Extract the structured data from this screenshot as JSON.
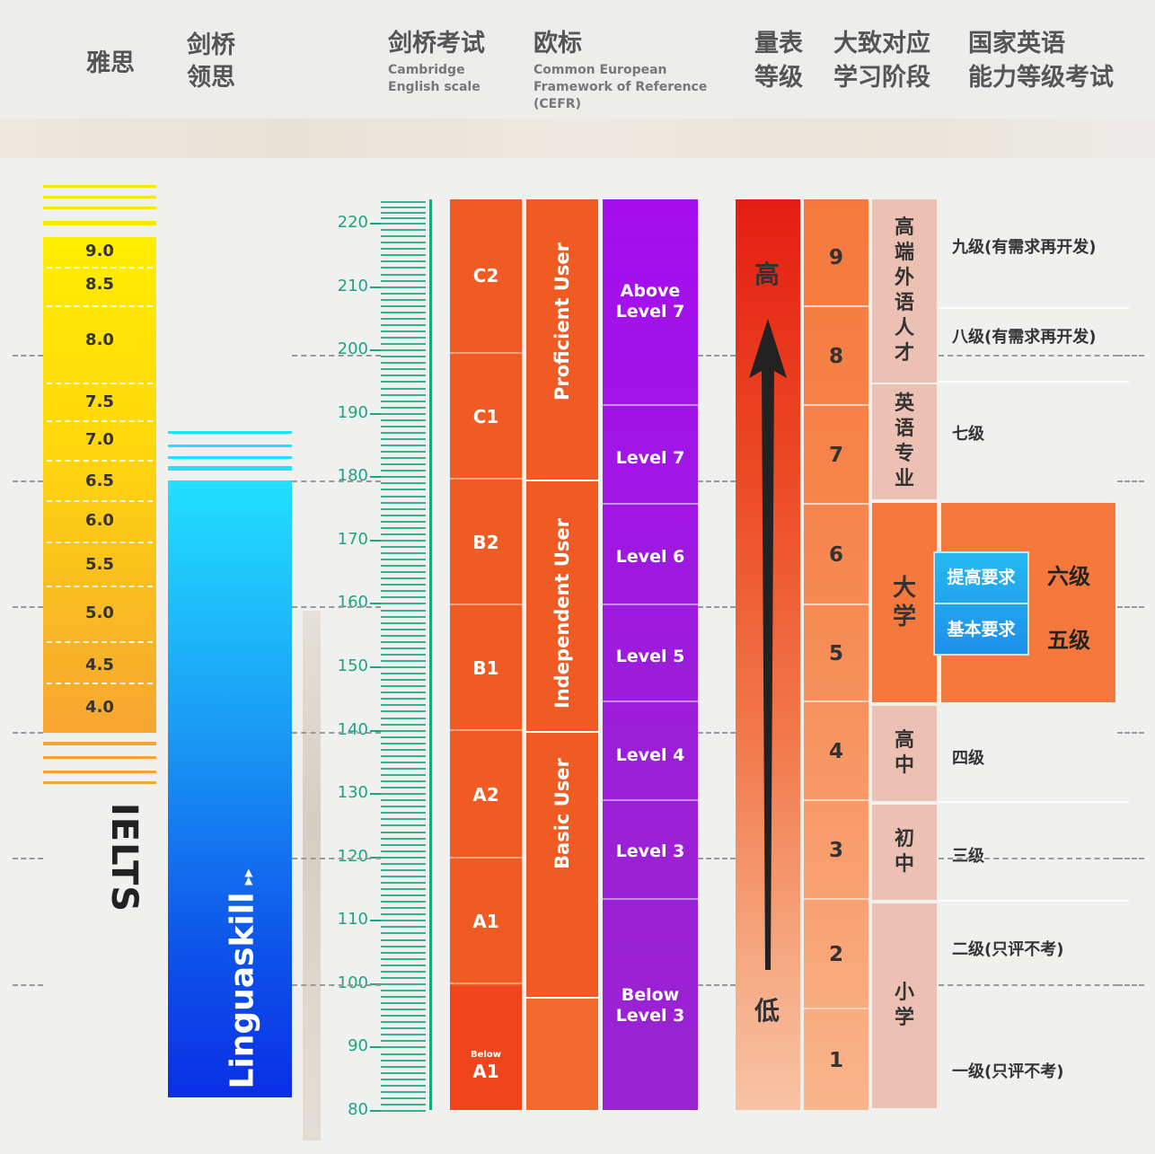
{
  "headers": {
    "ielts": "雅思",
    "linguaskill_1": "剑桥",
    "linguaskill_2": "领思",
    "cambridge_title": "剑桥考试",
    "cambridge_sub_1": "Cambridge",
    "cambridge_sub_2": "English scale",
    "cefr_title": "欧标",
    "cefr_sub_1": "Common European",
    "cefr_sub_2": "Framework of Reference",
    "cefr_sub_3": "(CEFR)",
    "scale_1": "量表",
    "scale_2": "等级",
    "stage_1": "大致对应",
    "stage_2": "学习阶段",
    "national_1": "国家英语",
    "national_2": "能力等级考试"
  },
  "ielts": {
    "scores": [
      "9.0",
      "8.5",
      "8.0",
      "7.5",
      "7.0",
      "6.5",
      "6.0",
      "5.5",
      "5.0",
      "4.5",
      "4.0"
    ],
    "label": "IELTS",
    "color_top": "#ffee00",
    "color_bottom": "#f7a531"
  },
  "linguaskill": {
    "label": "Linguaskill",
    "color_top": "#22e0ff",
    "color_bottom": "#0a2fe6"
  },
  "cambridge_scale": {
    "ticks": [
      "220",
      "210",
      "200",
      "190",
      "180",
      "170",
      "160",
      "150",
      "140",
      "130",
      "120",
      "110",
      "100",
      "90",
      "80"
    ],
    "color": "#1aa583"
  },
  "cefr": {
    "levels": [
      "C2",
      "C1",
      "B2",
      "B1",
      "A2",
      "A1"
    ],
    "below_small": "Below",
    "below_main": "A1",
    "groups": [
      "Proficient User",
      "Independent User",
      "Basic User"
    ],
    "color": "#f05a23"
  },
  "cambridge_levels": {
    "above_1": "Above",
    "above_2": "Level 7",
    "items": [
      "Level 7",
      "Level 6",
      "Level 5",
      "Level 4",
      "Level 3"
    ],
    "below_1": "Below",
    "below_2": "Level 3",
    "color": "#a21ee0"
  },
  "scale": {
    "high": "高",
    "low": "低",
    "numbers": [
      "9",
      "8",
      "7",
      "6",
      "5",
      "4",
      "3",
      "2",
      "1"
    ]
  },
  "stages": {
    "high_end": "高端外语人才",
    "english_major": "英语专业",
    "university": "大学",
    "senior_high": "高中",
    "junior_high": "初中",
    "primary": "小学"
  },
  "national": {
    "level9": "九级(有需求再开发)",
    "level8": "八级(有需求再开发)",
    "level7": "七级",
    "advanced_req": "提高要求",
    "basic_req": "基本要求",
    "level6": "六级",
    "level5": "五级",
    "level4": "四级",
    "level3": "三级",
    "level2": "二级(只评不考)",
    "level1": "一级(只评不考)"
  }
}
